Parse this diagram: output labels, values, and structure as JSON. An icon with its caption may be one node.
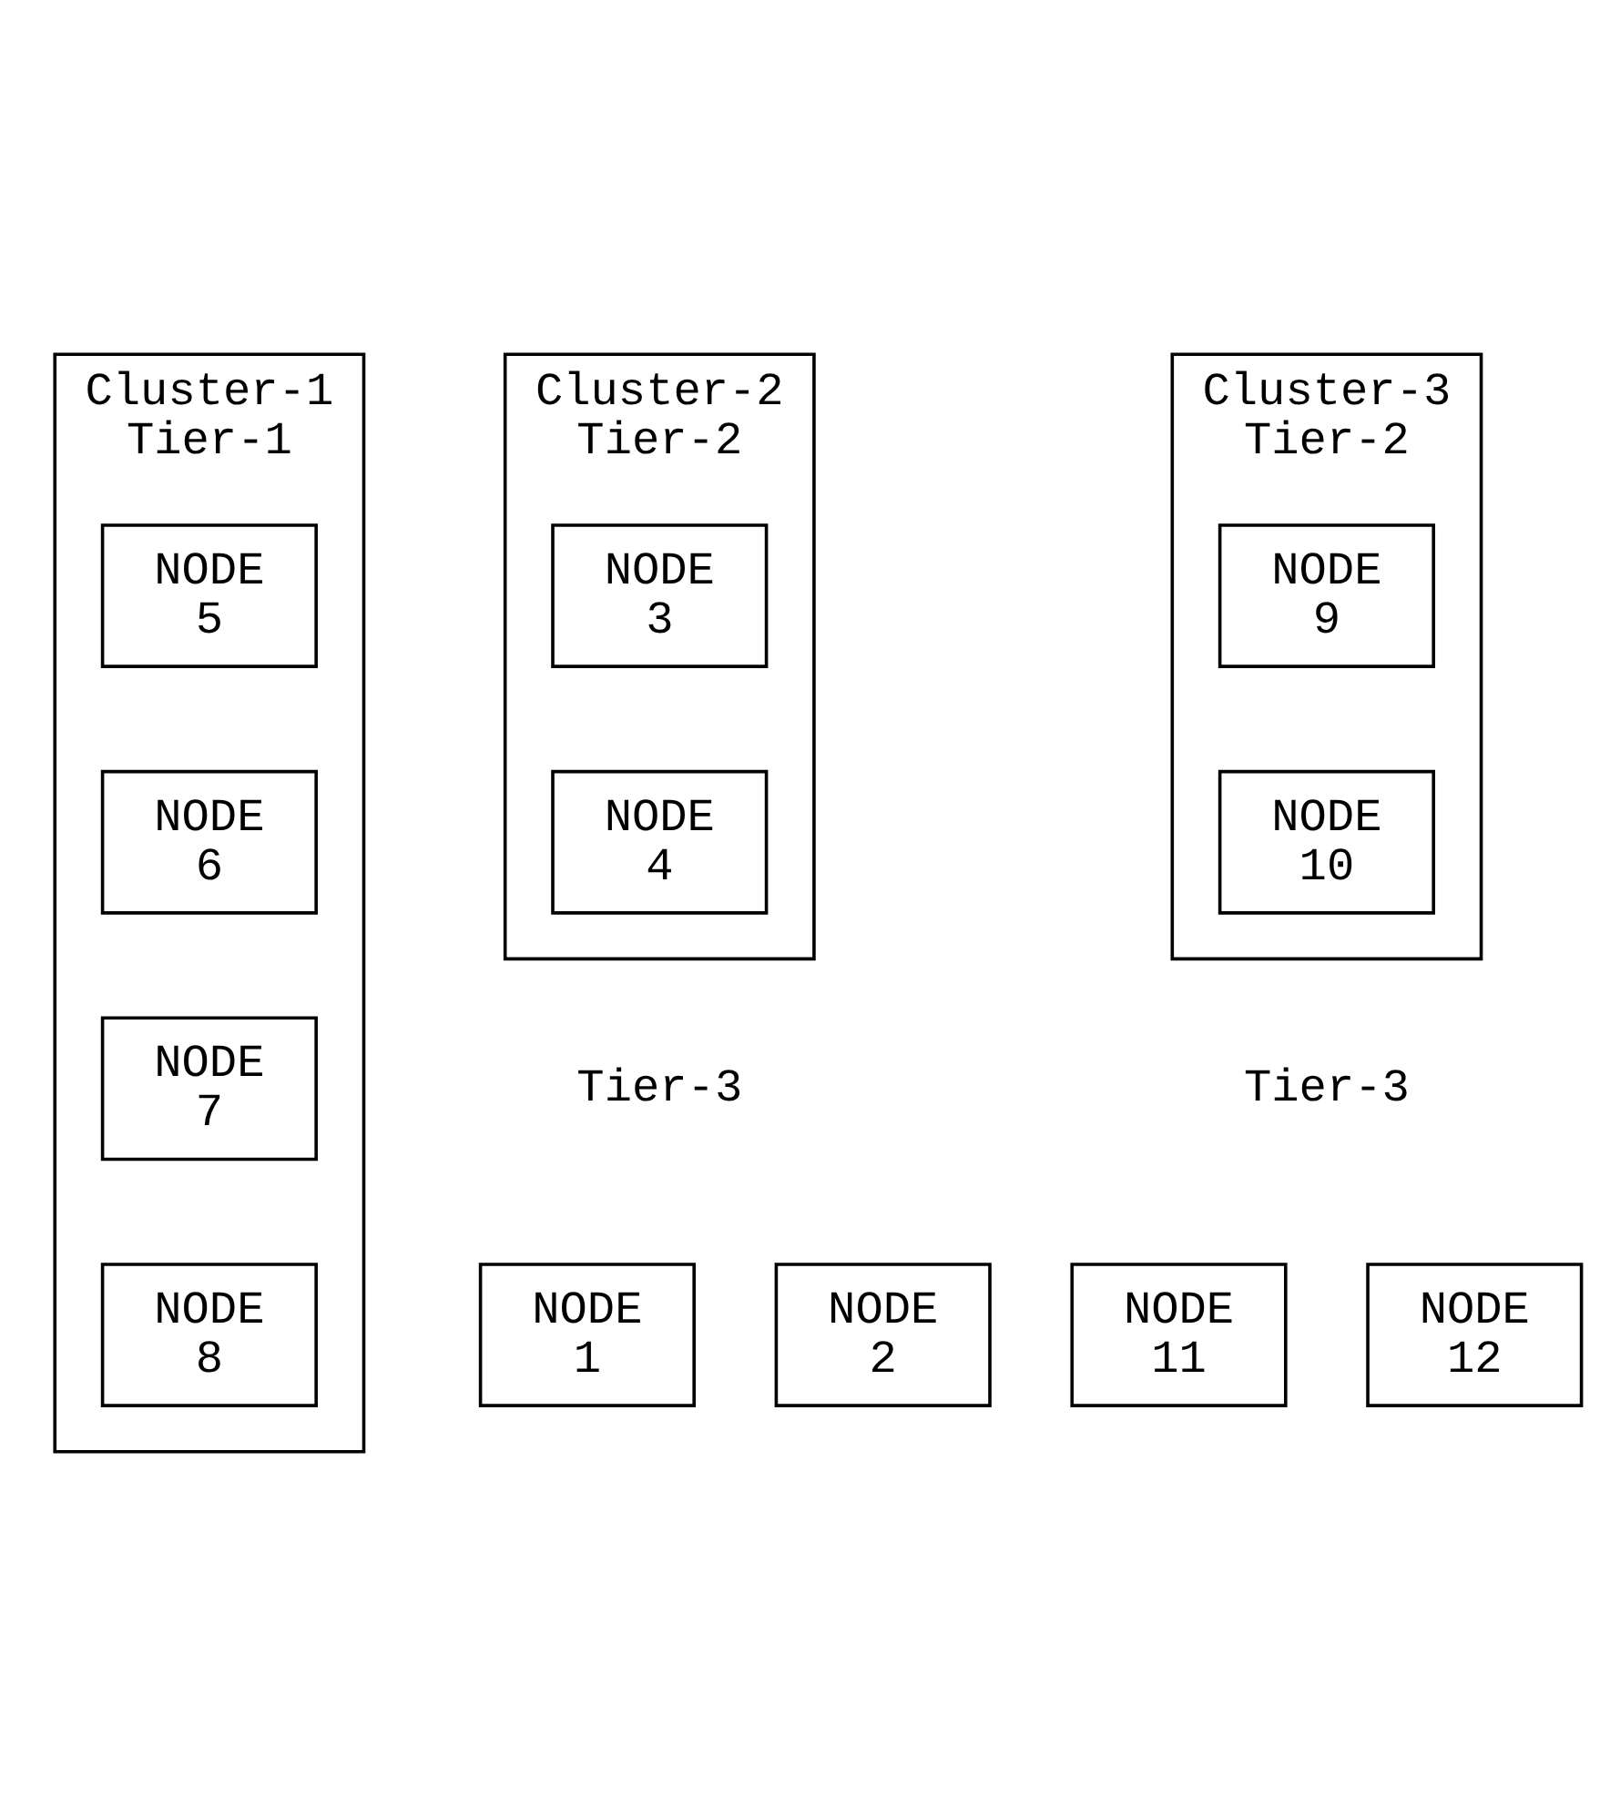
{
  "diagram": {
    "nodes": [
      {
        "text": [
          "Cluster-1",
          "Tier-1"
        ]
      },
      {
        "text": [
          "NODE 5"
        ],
        "in": 0
      },
      {
        "text": [
          "Cluster-2",
          "Tier-2"
        ]
      },
      {
        "text": [
          "Cluster-3",
          "Tier-2"
        ]
      },
      {
        "text": [
          "NODE 3"
        ],
        "in": 2
      },
      {
        "text": [
          "NODE 6"
        ],
        "in": 0
      },
      {
        "text": [
          "NODE 9"
        ],
        "in": 3
      },
      {
        "text": [
          "NODE 4"
        ],
        "in": 2
      },
      {
        "text": [
          "NODE 7"
        ],
        "in": 0
      },
      {
        "text": [
          "NODE 10"
        ],
        "in": 3
      },
      {
        "text": [
          "NODE 8"
        ],
        "in": 0
      },
      {
        "text": [
          "NODE 1"
        ]
      },
      {
        "text": [
          "NODE 2"
        ]
      },
      {
        "text": [
          "NODE 11"
        ]
      },
      {
        "text": [
          "NODE 12"
        ]
      }
    ],
    "edges": [],
    "labels": [
      "Tier-3",
      "Tier-3"
    ]
  }
}
